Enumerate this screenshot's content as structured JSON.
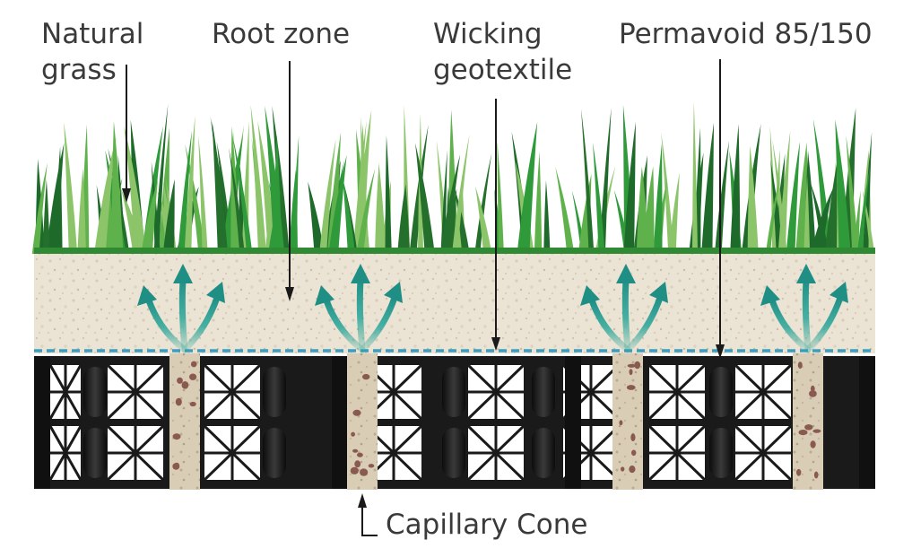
{
  "labels": {
    "natural_grass": "Natural\ngrass",
    "root_zone": "Root zone",
    "wicking_geotextile": "Wicking\ngeotextile",
    "permavoid": "Permavoid 85/150",
    "capillary_cone": "Capillary Cone"
  },
  "colors": {
    "grass_dark": "#1e6a2a",
    "grass_mid": "#2f9a3a",
    "grass_light": "#8cc46a",
    "root_zone": "#ebe3d3",
    "geotextile_dash": "#3a9ec2",
    "crate": "#1a1a1a",
    "arrow": "#2aa69a",
    "cone": "#d9cdb6",
    "pebble": "#8a5a50",
    "leader": "#1a1a1a",
    "label_text": "#3a3a3a"
  },
  "icons": {
    "wicking_arrow": "wicking-arrow-icon",
    "pipe": "crate-pipe-icon"
  }
}
